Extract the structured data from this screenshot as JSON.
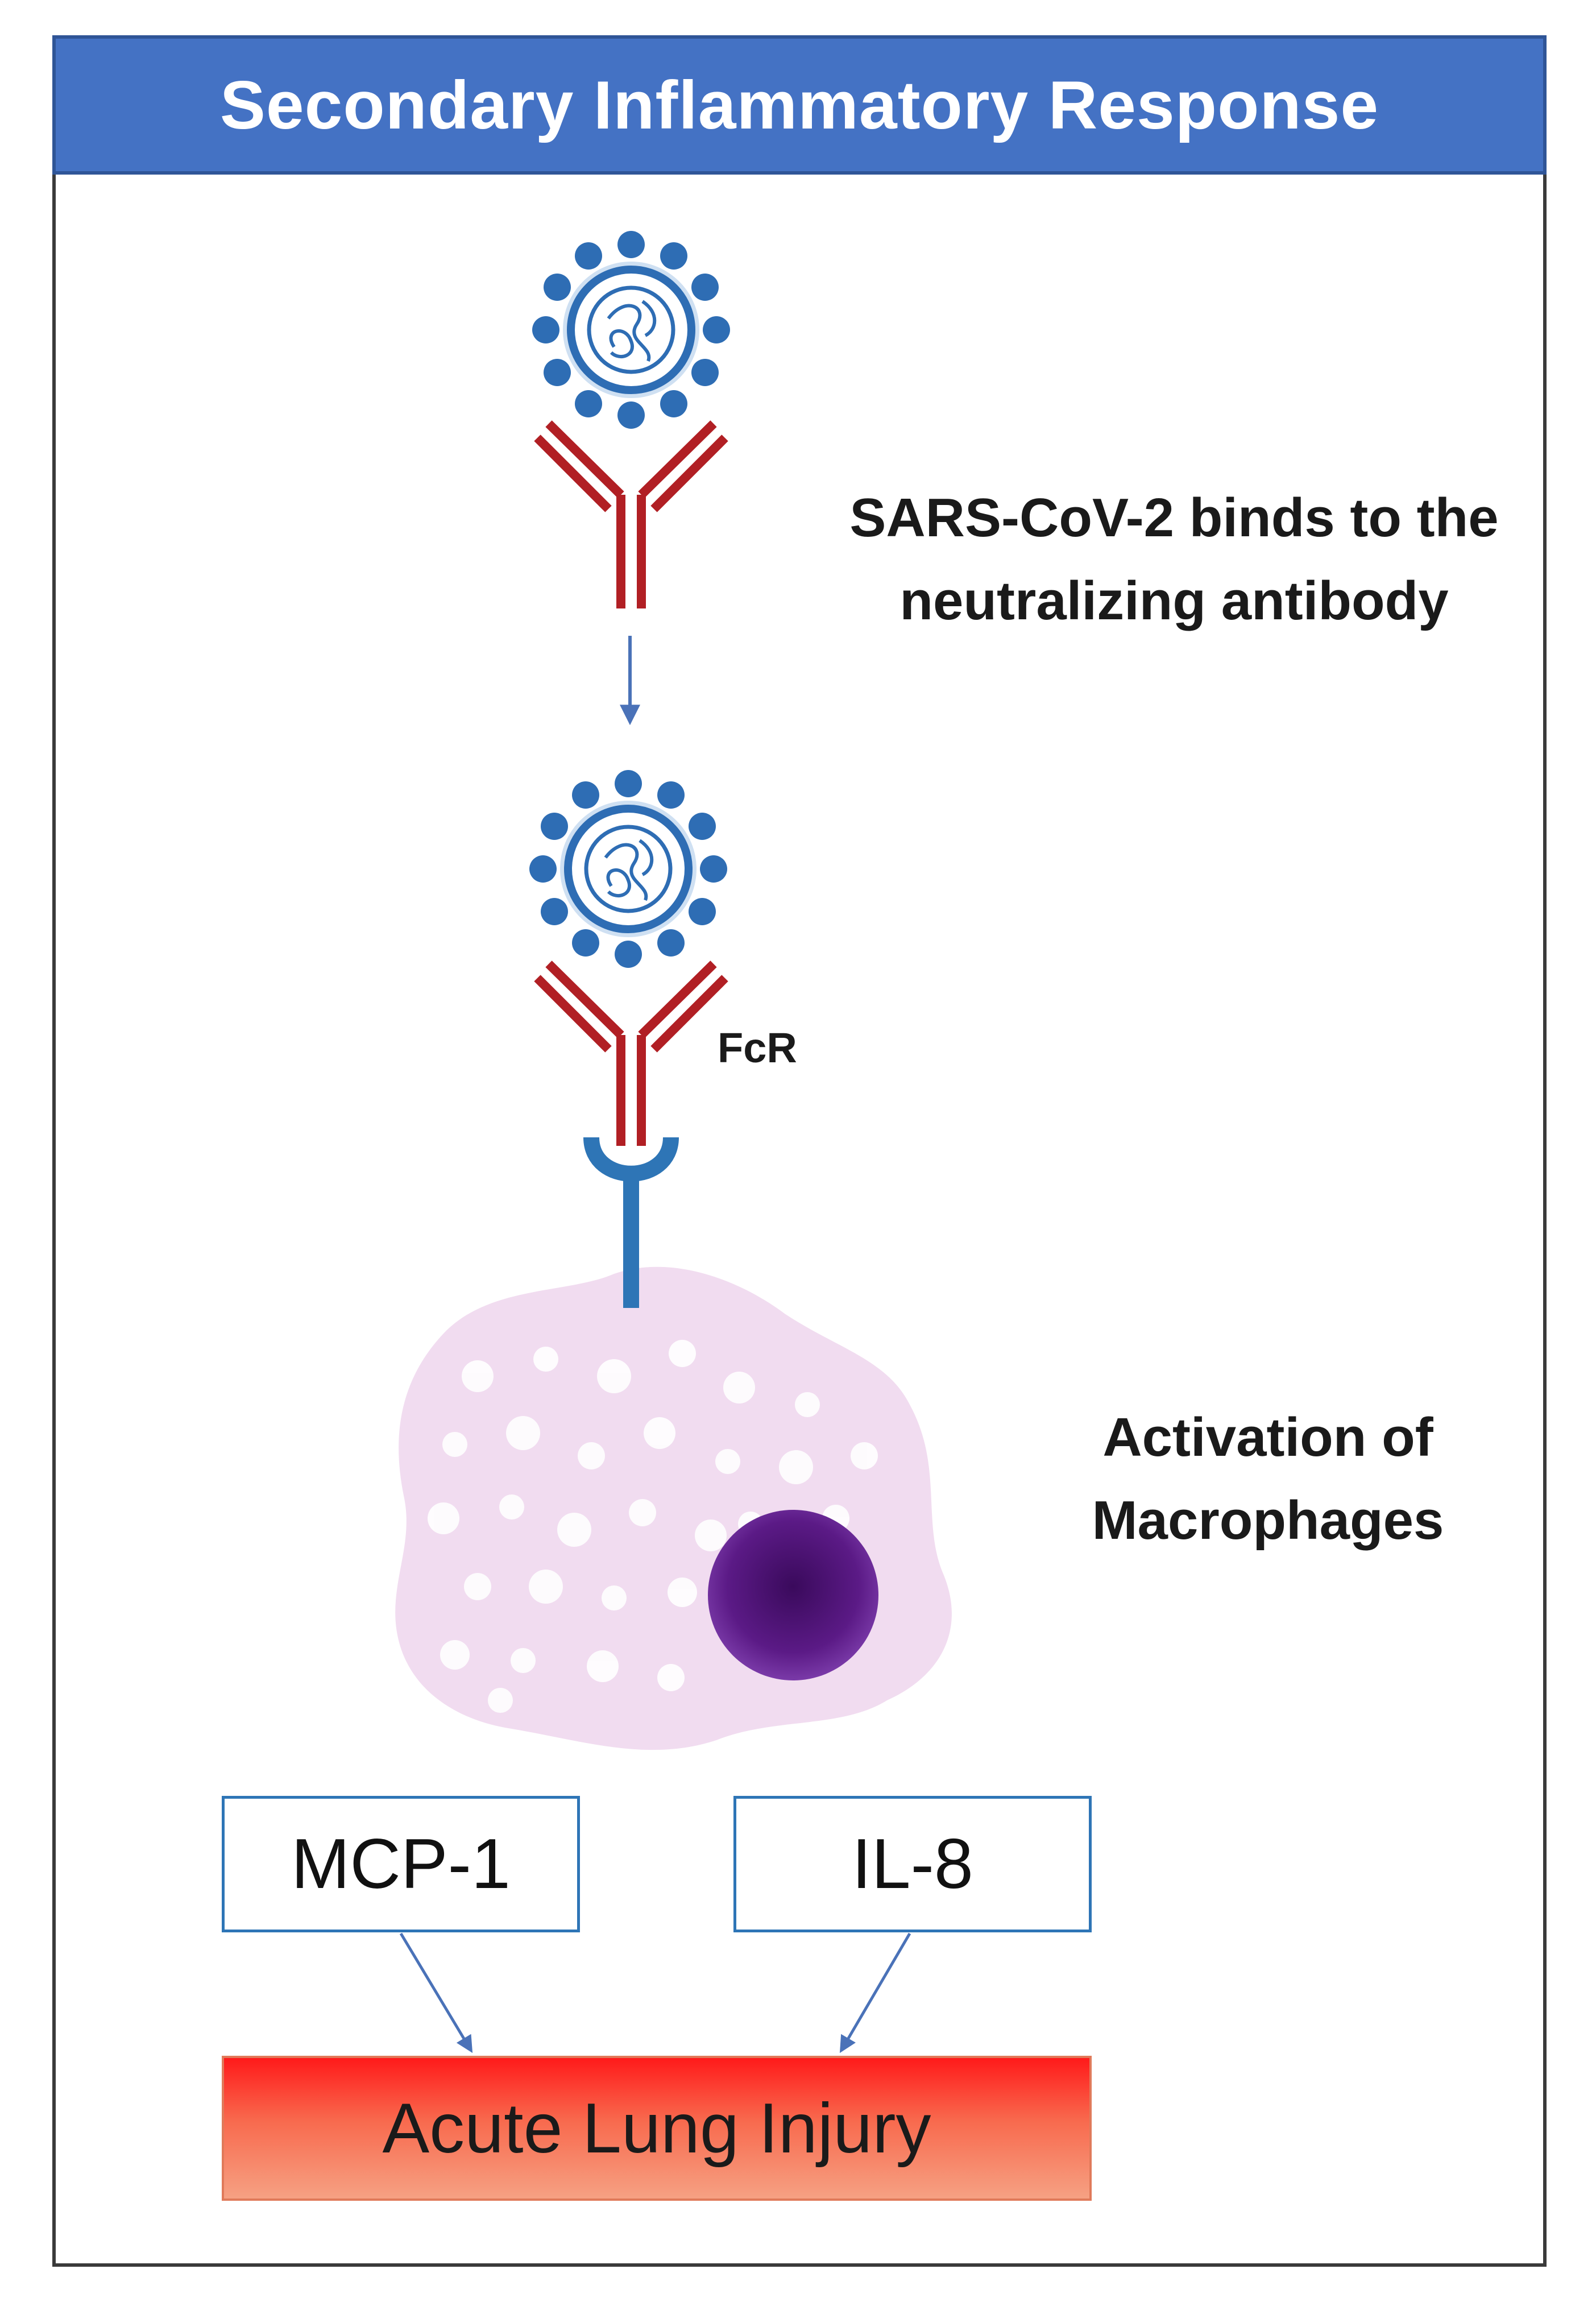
{
  "title": "Secondary Inflammatory Response",
  "step1_caption": "SARS-CoV-2 binds to the neutralizing antibody",
  "receptor_label": "FcR",
  "step2_caption": "Activation of Macrophages",
  "cytokines": [
    "MCP-1",
    "IL-8"
  ],
  "outcome": "Acute Lung Injury",
  "colors": {
    "header": "#4472c4",
    "virus": "#2e6db4",
    "antibody": "#b11f24",
    "receptor": "#2e75b6",
    "macrophage": "#f1dcf0",
    "nucleus": "#5b1a86",
    "outcome_top": "#ff1a1a",
    "outcome_bottom": "#f6a183"
  },
  "icons": [
    "virus-icon",
    "antibody-icon",
    "fc-receptor-icon",
    "macrophage-icon",
    "nucleus-icon",
    "arrow-down-icon"
  ]
}
